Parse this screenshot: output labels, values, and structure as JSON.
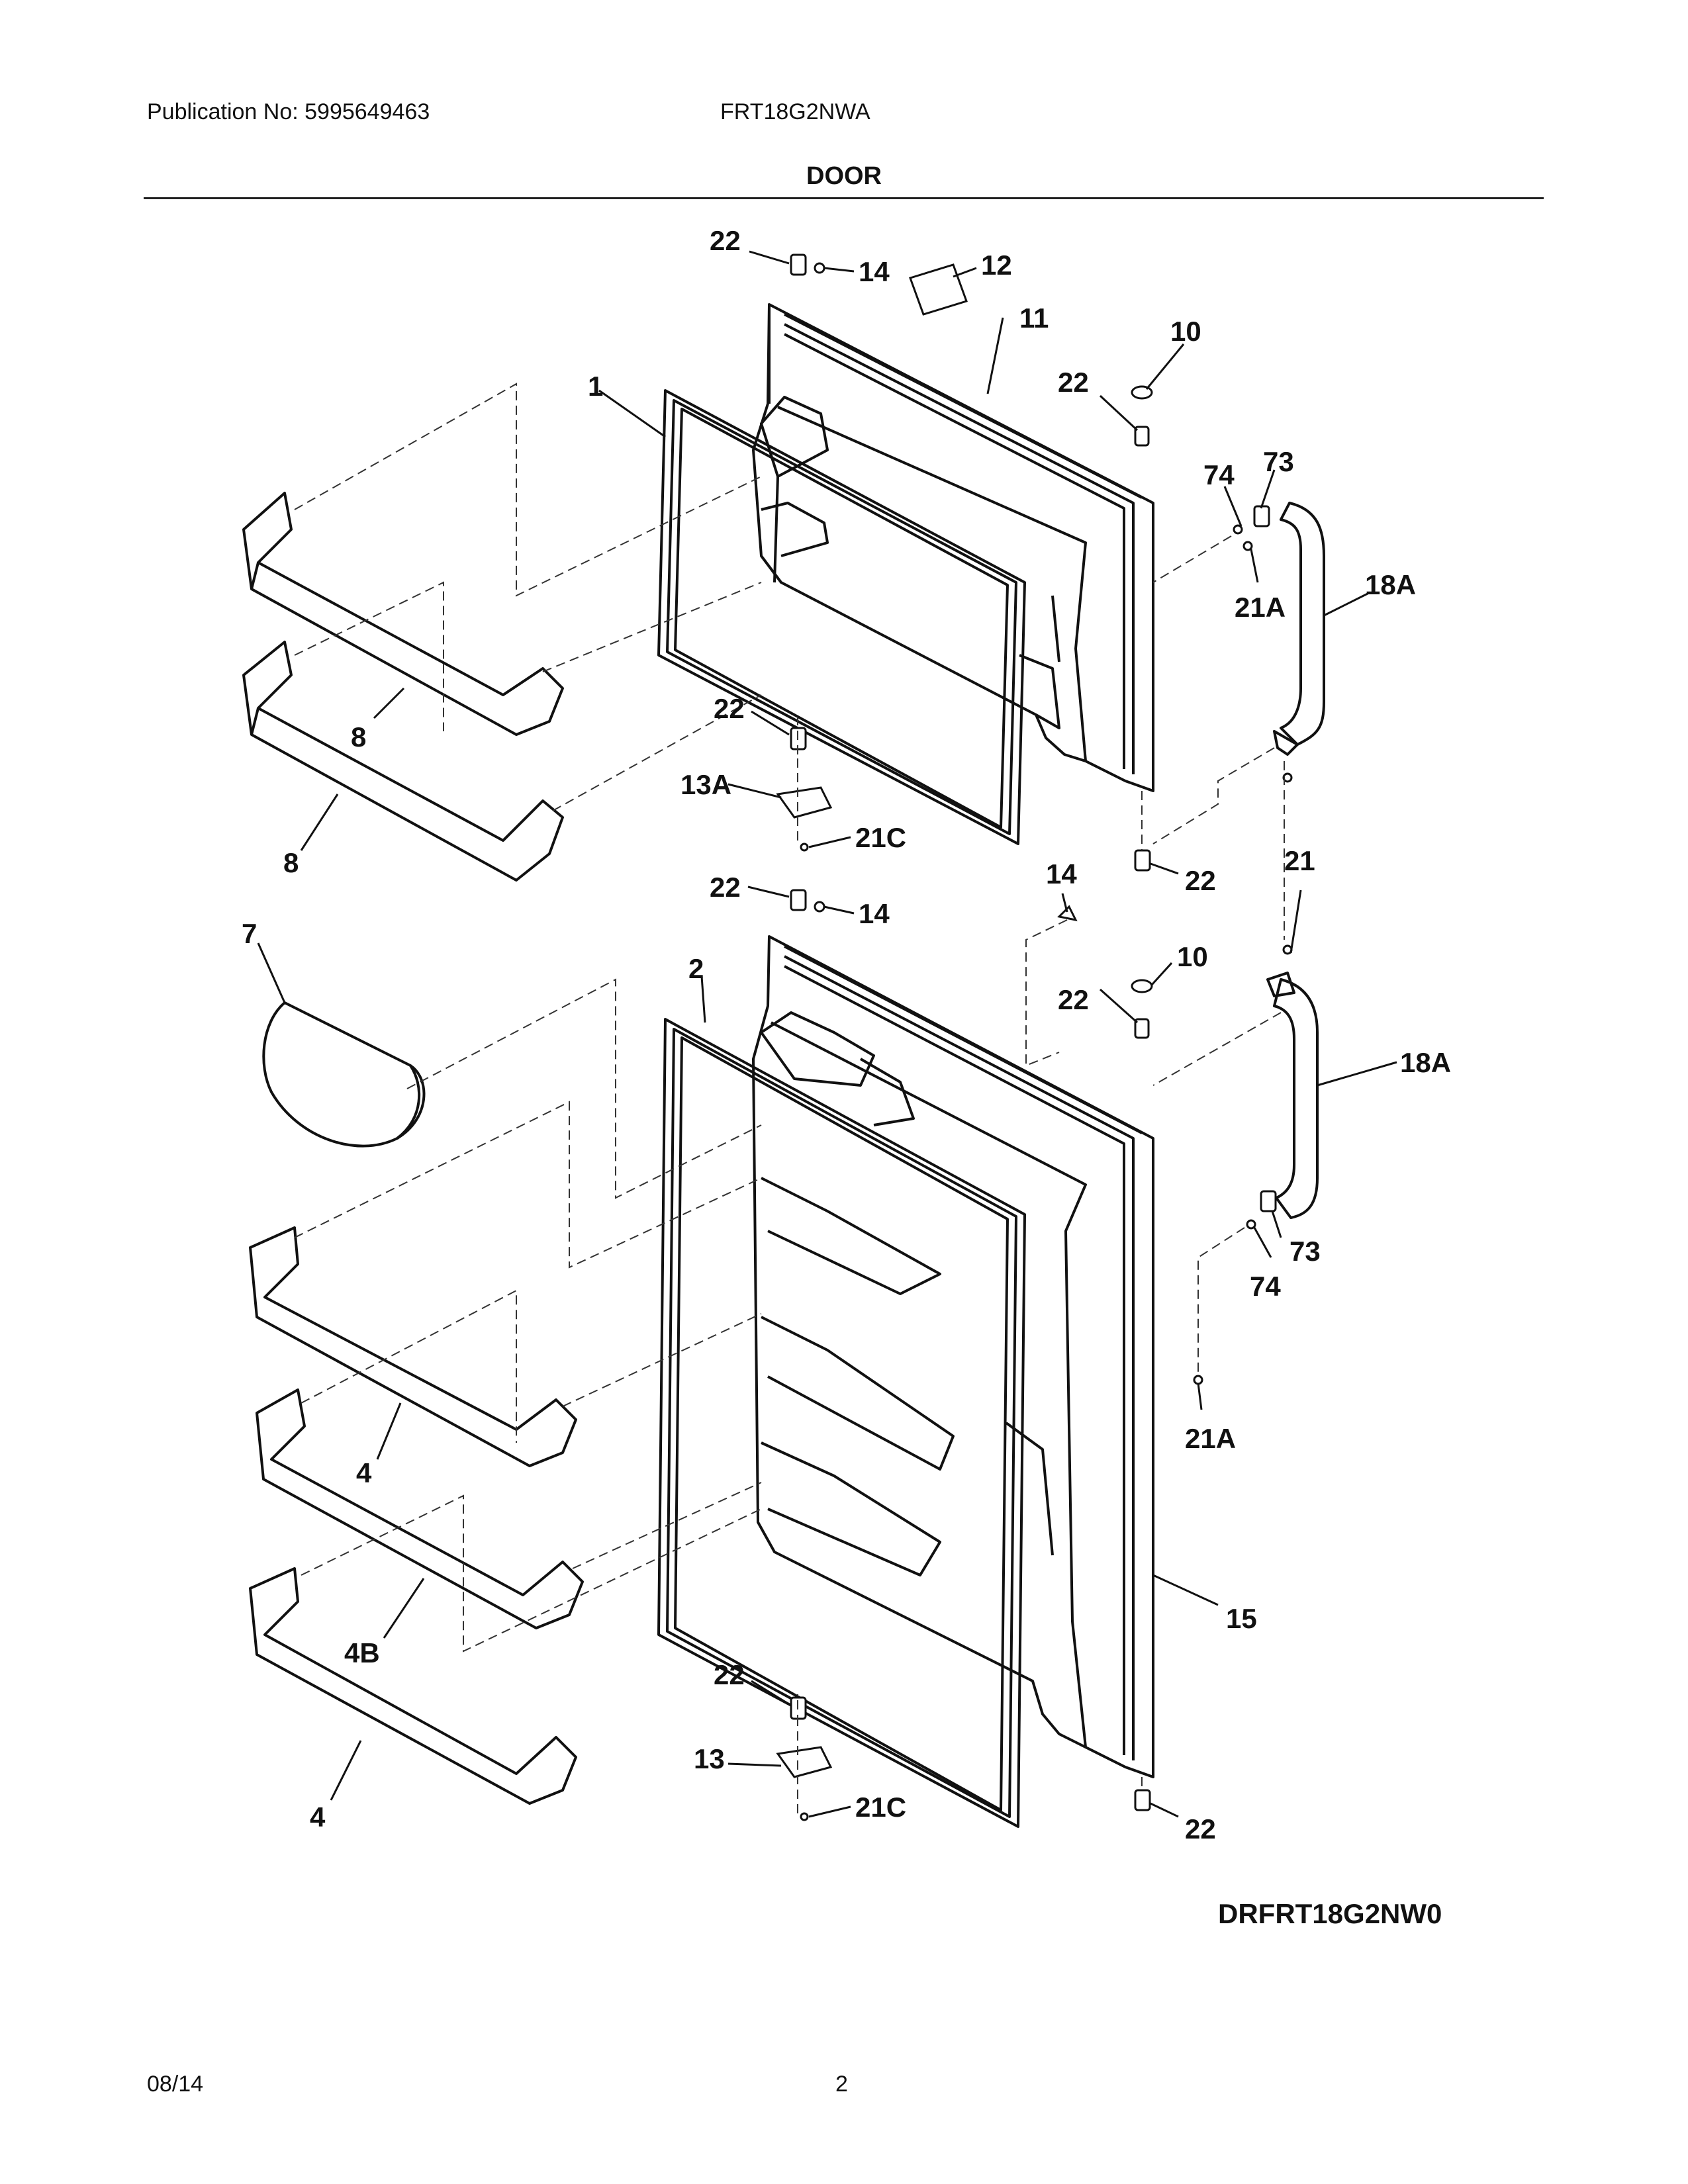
{
  "header": {
    "publication": "Publication No:  5995649463",
    "model": "FRT18G2NWA",
    "title": "DOOR"
  },
  "diagram": {
    "code": "DRFRT18G2NW0",
    "callouts": {
      "c1": "22",
      "c2": "14",
      "c3": "12",
      "c4": "11",
      "c5": "10",
      "c6": "22",
      "c7": "1",
      "c8": "74",
      "c9": "73",
      "c10": "18A",
      "c11": "21A",
      "c12": "8",
      "c13": "22",
      "c14": "8",
      "c15": "13A",
      "c16": "21C",
      "c17": "22",
      "c18": "21",
      "c19": "22",
      "c20": "14",
      "c21": "14",
      "c22": "7",
      "c23": "2",
      "c24": "10",
      "c25": "22",
      "c26": "18A",
      "c27": "73",
      "c28": "74",
      "c29": "21A",
      "c30": "4",
      "c31": "4B",
      "c32": "15",
      "c33": "22",
      "c34": "13",
      "c35": "21C",
      "c36": "22",
      "c37": "4"
    }
  },
  "footer": {
    "date": "08/14",
    "page": "2"
  }
}
